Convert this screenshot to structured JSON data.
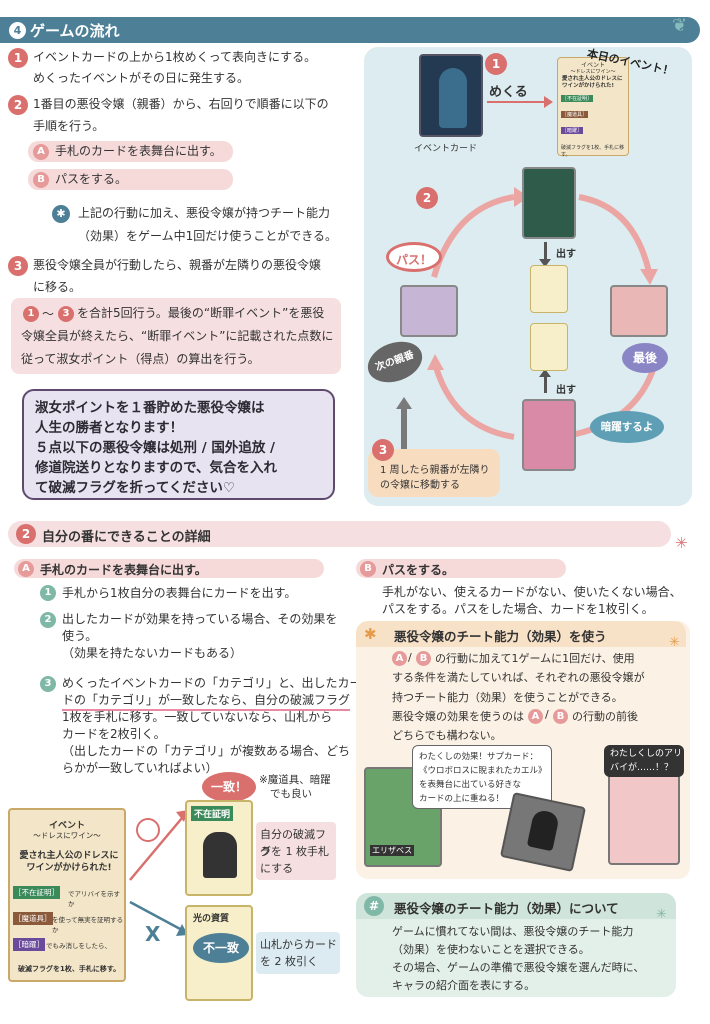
{
  "section4": {
    "num": "4",
    "title": "ゲームの流れ",
    "step1_line1": "イベントカードの上から1枚めくって表向きにする。",
    "step1_line2": "めくったイベントがその日に発生する。",
    "step2_line1": "1番目の悪役令嬢（親番）から、右回りで順番に以下の",
    "step2_line2": "手順を行う。",
    "optA": "手札のカードを表舞台に出す。",
    "optB": "パスをする。",
    "asterisk_line1": "上記の行動に加え、悪役令嬢が持つチート能力",
    "asterisk_line2": "（効果）をゲーム中1回だけ使うことができる。",
    "step3_line1": "悪役令嬢全員が行動したら、親番が左隣りの悪役令嬢",
    "step3_line2": "に移る。",
    "repeat_line1_mid": "～",
    "repeat_line1_end": "を合計5回行う。最後の“断罪イベント”を悪役",
    "repeat_line2": "令嬢全員が終えたら、“断罪イベント”に記載された点数に",
    "repeat_line3": "従って淑女ポイント（得点）の算出を行う。",
    "win_line1": "淑女ポイントを１番貯めた悪役令嬢は",
    "win_line2": "人生の勝者となります！",
    "win_line3": "５点以下の悪役令嬢は処刑 / 国外追放 /",
    "win_line4": "修道院送りとなりますので、気合を入れ",
    "win_line5": "て破滅フラグを折ってください♡"
  },
  "flow_diagram": {
    "today_event": "本日のイベント！",
    "flip": "めくる",
    "event_card_label": "イベントカード",
    "event_card_title": "イベント",
    "event_card_sub": "～ドレスにワイン～",
    "event_card_headline": "愛され主人公のドレスにワインがかけられた!",
    "event_tag1": "［不在証明］",
    "event_tag1_text": "でアリバイを示すか",
    "event_tag2": "［魔道具］",
    "event_tag2_text": "を使って無実を証明するか",
    "event_tag3": "［暗躍］",
    "event_tag3_text": "でもみ消しをしたら、",
    "event_footer": "破滅フラグを1枚、手札に移す。",
    "pass_bubble": "パス！",
    "play1": "出す",
    "play2": "出す",
    "last_bubble": "最後",
    "next_parent_bubble": "次の親番",
    "scheme_bubble": "暗躍するよ",
    "note_num": "3",
    "note_line1": "1 周したら親番が左隣り",
    "note_line2": "の令嬢に移動する"
  },
  "section2": {
    "num": "2",
    "title": "自分の番にできることの詳細",
    "A_title": "手札のカードを表舞台に出す。",
    "A1": "手札から1枚自分の表舞台にカードを出す。",
    "A2_line1": "出したカードが効果を持っている場合、その効果を",
    "A2_line2": "使う。",
    "A2_line3": "（効果を持たないカードもある）",
    "A3_line1": "めくったイベントカードの「カテゴリ」と、出したカー",
    "A3_line2": "ドの「カテゴリ」が一致したなら、自分の破滅フラグ",
    "A3_line3": "1枚を手札に移す。一致していないなら、山札から",
    "A3_line4": "カードを2枚引く。",
    "A3_line5": "（出したカードの「カテゴリ」が複数ある場合、どち",
    "A3_line6": "らかが一致していればよい）",
    "match_label": "一致！",
    "match_note_line1": "※魔道具、暗躍",
    "match_note_line2": "でも良い",
    "match_card_title": "不在証明",
    "match_result_line1": "自分の破滅フラ",
    "match_result_line2": "グを 1 枚手札",
    "match_result_line3": "にする",
    "mismatch_card_title": "光の資質",
    "mismatch_label": "不一致",
    "mismatch_result_line1": "山札からカード",
    "mismatch_result_line2": "を 2 枚引く",
    "mismatch_x": "X",
    "B_title": "パスをする。",
    "B_line1": "手札がない、使えるカードがない、使いたくない場合、",
    "B_line2": "パスをする。パスをした場合、カードを1枚引く。",
    "cheat_title": "悪役令嬢のチート能力（効果）を使う",
    "cheat_line1": "の行動に加えて1ゲームに1回だけ、使用",
    "cheat_line2": "する条件を満たしていれば、それぞれの悪役令嬢が",
    "cheat_line3": "持つチート能力（効果）を使うことができる。",
    "cheat_line4a": "悪役令嬢の効果を使うのは",
    "cheat_line4b": "の行動の前後",
    "cheat_line5": "どちらでも構わない。",
    "speech1_line1": "わたくしの効果！サプカード：",
    "speech1_line2": "《ウロボロスに睨まれたカエル》",
    "speech1_line3": "を表舞台に出ている好きな",
    "speech1_line4": "カードの上に重ねる！",
    "speech2_line1": "わたしくしのアリ",
    "speech2_line2": "バイが……！？",
    "char_name": "エリザベス",
    "about_title": "悪役令嬢のチート能力（効果）について",
    "about_line1": "ゲームに慣れてない間は、悪役令嬢のチート能力",
    "about_line2": "（効果）を使わないことを選択できる。",
    "about_line3": "その場合、ゲームの準備で悪役令嬢を選んだ時に、",
    "about_line4": "キャラの紹介面を表にする。"
  },
  "letters": {
    "A": "A",
    "B": "B",
    "n1": "1",
    "n2": "2",
    "n3": "3",
    "asterisk": "✱",
    "hash": "#"
  },
  "colors": {
    "header_blue": "#4d8096",
    "accent_pink": "#d9706e",
    "panel_blue": "#ddecf0",
    "win_purple": "#e8e3f1",
    "cheat_cream": "#fbf1e4",
    "about_green": "#e3efe9"
  }
}
